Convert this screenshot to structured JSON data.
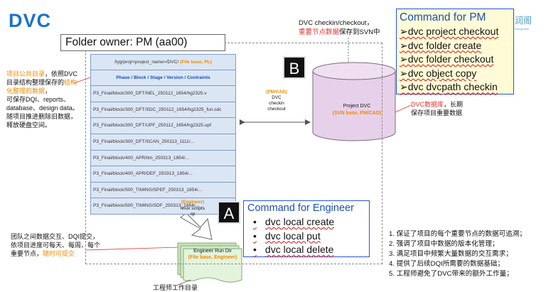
{
  "title": "DVC",
  "folder_owner": "Folder owner: PM (aa00)",
  "folder_table": {
    "root": "/lyg/proj/<project_name>/DVC/",
    "root_tag": "(File base, PL)",
    "header": "Phase / Block / Stage / Version / Contraints",
    "rows": [
      "P3_Final/block/300_DFT/NEL_250112_1654/hg2325.v",
      "P3_Final/block/300_DFT/SDC_250112_1654/hg2325_fun.sdc",
      "P3_Final/block/300_DFT/UPF_250112_1654/hg2325.upf",
      "P3_Final/block/300_DFT/SCAN_250113_1111/...",
      "P3_Final/block/400_APR/lim_250313_1854/...",
      "P3_Final/block/400_APR/DEF_250313_1854/...",
      "P3_Final/block/500_TIMING/SPEF_250313_1854/...",
      "P3_Final/block/500_TIMING/SDF_250313_1854/..."
    ]
  },
  "badges": {
    "b": "B",
    "a": "A"
  },
  "pm_commands": {
    "title": "Command for PM",
    "items": [
      "➢dvc project checkout",
      "➢dvc folder create",
      "➢dvc folder checkout",
      "➢dvc object copy",
      "➢dvc dvcpath checkin"
    ]
  },
  "engineer_commands": {
    "title": "Command for Engineer",
    "items": [
      "dvc local create",
      "dvc local put",
      "dvc local delete"
    ]
  },
  "logo_fragment": "润阁",
  "logo_subtext": "Runge tech",
  "svn_note": {
    "line1": "DVC checkin/checkout，",
    "line2_red": "重要节点数据",
    "line2_rest": "保存到SVN中"
  },
  "project_dvc": {
    "name": "Project DVC",
    "tag": "(SVN base, PM/CAD)"
  },
  "dvc_repo_note": {
    "red": "DVC数据库",
    "rest": "，长期",
    "line2": "保存项目重要数据"
  },
  "center_note": {
    "tag": "(PM/CAD)",
    "l1": "DVC",
    "l2": "checkin",
    "l3": "checkout"
  },
  "linux_note": {
    "tag": "(Engineer)",
    "l1": "linux scripts",
    "l2": "cp"
  },
  "left_note1": {
    "l1_hl": "项目公共目录",
    "l1_rest": "，依照DVC",
    "l2": "目录结构整理保存的",
    "l2_hl": "结构",
    "l3_hl": "化整理的数据",
    "l3_rest": "，",
    "l4": "可保存DQI、reports、",
    "l5": "database、design data。",
    "l6": "随项目推进删除旧数据，",
    "l7": "释放硬盘空间。"
  },
  "left_note2": {
    "l1": "团队之间数据交互、DQI提交，",
    "l2": "依项目进度可每天、每周、每个",
    "l3": "重要节点，",
    "l3_hl": "随时可提交"
  },
  "eng_run_dir": {
    "name": "Engineer Run Dir",
    "tag": "(File base, Engineer)"
  },
  "work_dir_label": "工程师工作目录",
  "benefits": [
    "1. 保证了项目的每个重要节点的数据可追溯；",
    "2. 强调了项目中数据的版本化管理；",
    "3. 满足项目中频繁大量数据的交互需求；",
    "4. 提供了后续DQI所需要的数据基础；",
    "5. 工程师避免了DVC带来的额外工作量；"
  ],
  "colors": {
    "accent_blue": "#1a73c9",
    "highlight_orange": "#f08a00",
    "note_red": "#e0362c",
    "db_fill": "#e7d1ea",
    "pm_box_fill": "#fffbd6"
  }
}
